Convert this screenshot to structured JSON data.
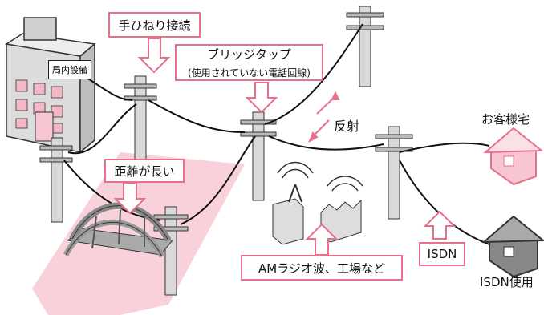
{
  "labels": {
    "office_equipment": "局内設備",
    "hand_twist": "手ひねり接続",
    "bridge_tap": "ブリッジタップ",
    "bridge_tap_sub": "(使用されていない電話回線)",
    "reflection": "反射",
    "customer_home": "お客様宅",
    "long_distance": "距離が長い",
    "am_radio": "AMラジオ波、工場など",
    "isdn": "ISDN",
    "isdn_use": "ISDN使用"
  },
  "colors": {
    "accent": "#e8708a",
    "accent_fill": "#f7c6d2",
    "pole": "#d9d9d9",
    "outline": "#333333"
  }
}
